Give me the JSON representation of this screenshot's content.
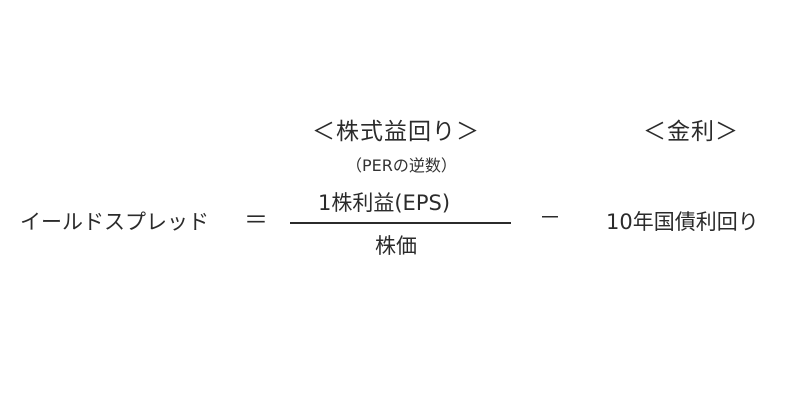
{
  "formula": {
    "lhs": "イールドスプレッド",
    "equals": "＝",
    "earnings_yield": {
      "header": "＜株式益回り＞",
      "note": "（PERの逆数）",
      "numerator": "1株利益(EPS)",
      "denominator": "株価"
    },
    "minus": "－",
    "interest": {
      "header": "＜金利＞",
      "value": "10年国債利回り"
    }
  }
}
